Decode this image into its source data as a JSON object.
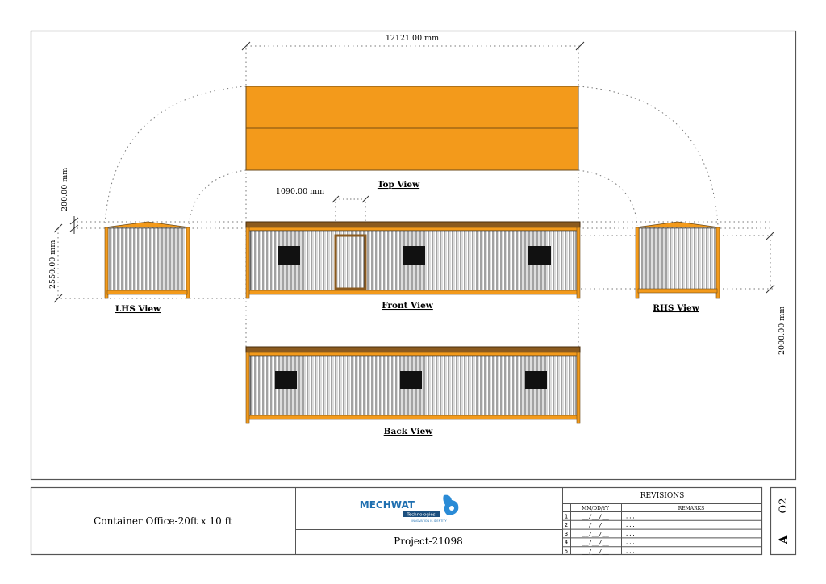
{
  "drawing": {
    "views": {
      "top": "Top View",
      "front": "Front View",
      "lhs": "LHS View",
      "rhs": "RHS View",
      "back": "Back View"
    },
    "dimensions": {
      "length": "12121.00 mm",
      "door_width": "1090.00 mm",
      "roof_height": "200.00 mm",
      "wall_height": "2550.00 mm",
      "inner_height": "2000.00 mm"
    },
    "colors": {
      "orange": "#F39A1B",
      "brown": "#8B5A1E",
      "frame": "#E8901A"
    }
  },
  "title_block": {
    "title": "Container Office-20ft x 10 ft",
    "logo": {
      "name": "MECHWAT",
      "sub": "Technologies",
      "tagline": "INNOVATION IS IDENTITY"
    },
    "project": "Project-21098",
    "revisions": {
      "heading": "REVISIONS",
      "date_header": "MM/DD/YY",
      "remarks_header": "REMARKS",
      "rows": [
        {
          "no": "1",
          "date": "__/__/__",
          "remarks": "..."
        },
        {
          "no": "2",
          "date": "__/__/__",
          "remarks": "..."
        },
        {
          "no": "3",
          "date": "__/__/__",
          "remarks": "..."
        },
        {
          "no": "4",
          "date": "__/__/__",
          "remarks": "..."
        },
        {
          "no": "5",
          "date": "__/__/__",
          "remarks": "..."
        }
      ]
    },
    "sheet_number": "O2",
    "sheet_size": "A"
  }
}
